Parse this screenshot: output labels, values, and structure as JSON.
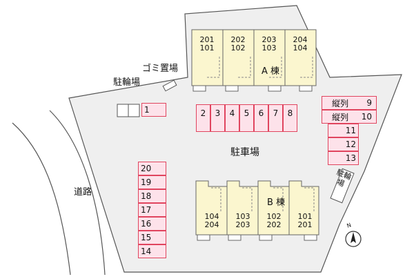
{
  "labels": {
    "road": "道路",
    "gomi": "ゴミ置場",
    "bike_left": "駐輪場",
    "bike_right": "駐輪場",
    "parking": "駐車場",
    "building_a": "A 棟",
    "building_b": "B 棟",
    "compass": "N"
  },
  "building_a_units": [
    {
      "upper": "201",
      "lower": "101"
    },
    {
      "upper": "202",
      "lower": "102"
    },
    {
      "upper": "203",
      "lower": "103"
    },
    {
      "upper": "204",
      "lower": "104"
    }
  ],
  "building_b_units": [
    {
      "upper": "104",
      "lower": "204"
    },
    {
      "upper": "103",
      "lower": "203"
    },
    {
      "upper": "102",
      "lower": "202"
    },
    {
      "upper": "101",
      "lower": "201"
    }
  ],
  "parking_row_top": [
    "2",
    "3",
    "4",
    "5",
    "6",
    "7",
    "8"
  ],
  "parking_single": "1",
  "parking_right_wide": [
    {
      "label": "縦列",
      "num": "9"
    },
    {
      "label": "縦列",
      "num": "10"
    }
  ],
  "parking_right_col": [
    "11",
    "12",
    "13"
  ],
  "parking_left_col": [
    "20",
    "19",
    "18",
    "17",
    "16",
    "15",
    "14"
  ],
  "colors": {
    "ground": "#efefef",
    "outline": "#555555",
    "building": "#fbf6cf",
    "slot_fill": "#fde2ea",
    "slot_border": "#e0445e"
  }
}
